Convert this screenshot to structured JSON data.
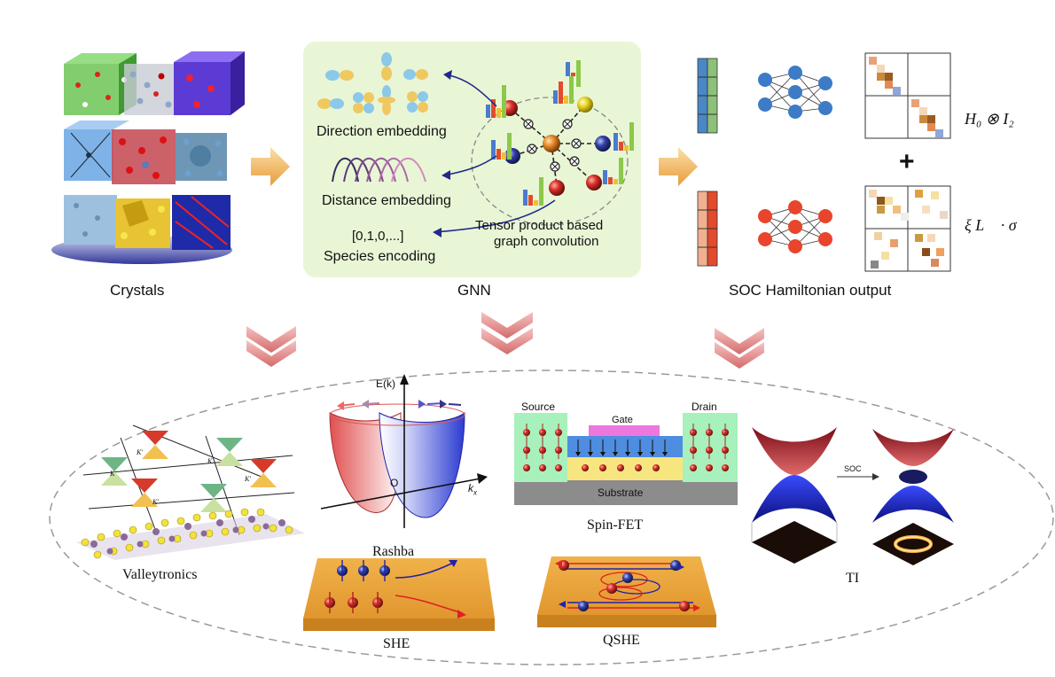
{
  "top": {
    "crystals_label": "Crystals",
    "gnn_label": "GNN",
    "gnn": {
      "direction_embedding": "Direction embedding",
      "distance_embedding": "Distance embedding",
      "species_vector": "[0,1,0,...]",
      "species_encoding": "Species encoding",
      "tensor_line1": "Tensor product based",
      "tensor_line2": "graph convolution"
    },
    "output_label": "SOC Hamiltonian output",
    "h0_term": "H₀ ⊗ I₂",
    "plus": "+",
    "soc_term": "ξ L⃗ · σ⃗"
  },
  "bottom": {
    "valleytronics": "Valleytronics",
    "valley_k": "K",
    "valley_kp": "K'",
    "rashba": "Rashba",
    "rashba_axis_E": "E(k)",
    "rashba_axis_kx": "k",
    "rashba_axis_kx_sub": "x",
    "rashba_origin": "O",
    "spin_fet": "Spin-FET",
    "fet_source": "Source",
    "fet_gate": "Gate",
    "fet_drain": "Drain",
    "fet_substrate": "Substrate",
    "she": "SHE",
    "qshe": "QSHE",
    "ti": "TI",
    "ti_soc": "SOC"
  },
  "colors": {
    "gnn_panel": "#e8f6d6",
    "arrow_yellow": "#f0b85a",
    "chevron_red": "#e08a8a",
    "blue_vec": "#4a87c6",
    "green_vec": "#8dc07a",
    "red_vec": "#e34a2e",
    "peach_vec": "#f1b090",
    "nn_blue": "#3d7bc6",
    "nn_red": "#e8452c",
    "slab_orange": "#e8a33a",
    "ti_red": "#c44",
    "ti_blue": "#2f3ed8"
  },
  "icons": {
    "process_arrow": "right-arrow-icon",
    "downstream": "double-chevron-down-icon"
  }
}
